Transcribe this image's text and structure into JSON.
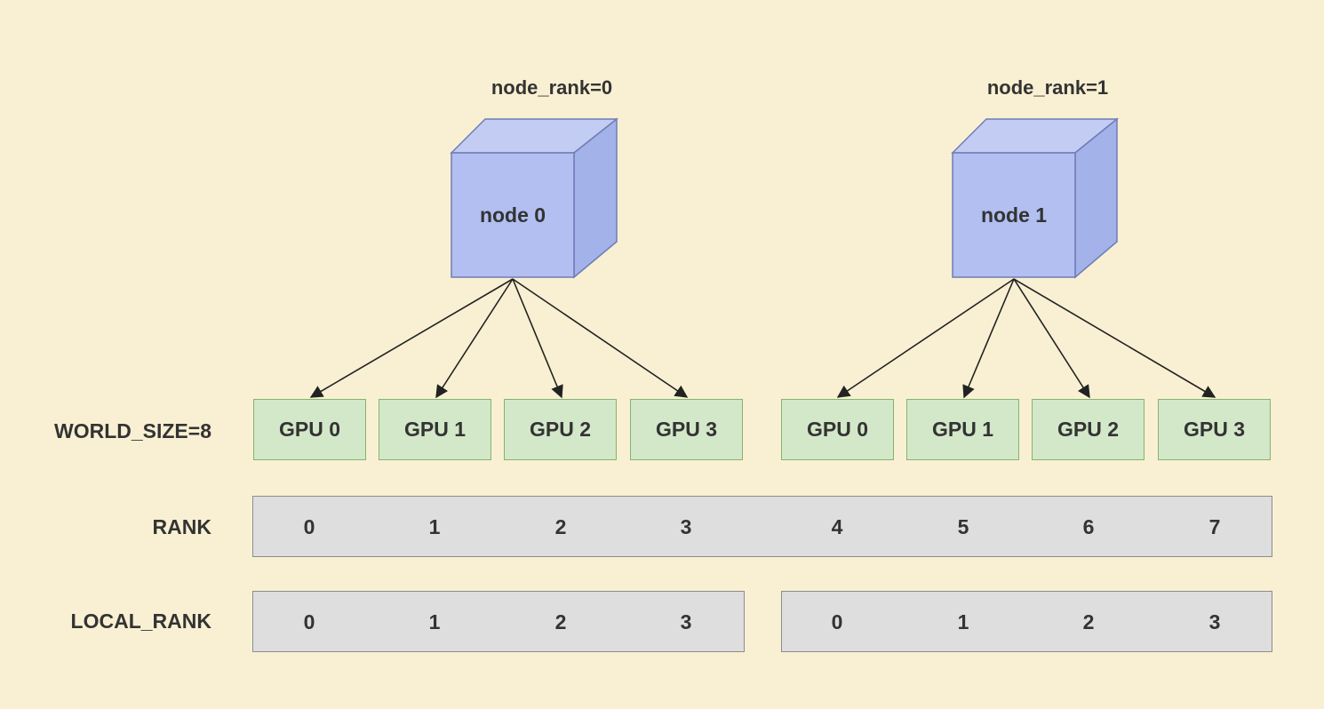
{
  "nodes": [
    {
      "label": "node 0",
      "rank_label": "node_rank=0"
    },
    {
      "label": "node 1",
      "rank_label": "node_rank=1"
    }
  ],
  "gpus": [
    [
      "GPU 0",
      "GPU 1",
      "GPU 2",
      "GPU 3"
    ],
    [
      "GPU 0",
      "GPU 1",
      "GPU 2",
      "GPU 3"
    ]
  ],
  "rows": {
    "world_size_label": "WORLD_SIZE=8",
    "rank_label": "RANK",
    "local_rank_label": "LOCAL_RANK"
  },
  "rank_values": [
    "0",
    "1",
    "2",
    "3",
    "4",
    "5",
    "6",
    "7"
  ],
  "local_rank_values": [
    "0",
    "1",
    "2",
    "3",
    "0",
    "1",
    "2",
    "3"
  ],
  "colors": {
    "background": "#f9f0d3",
    "node_fill": "#b2bff0",
    "gpu_fill": "#d3e8c8",
    "gpu_border": "#85b36e",
    "bar_fill": "#dedede"
  }
}
